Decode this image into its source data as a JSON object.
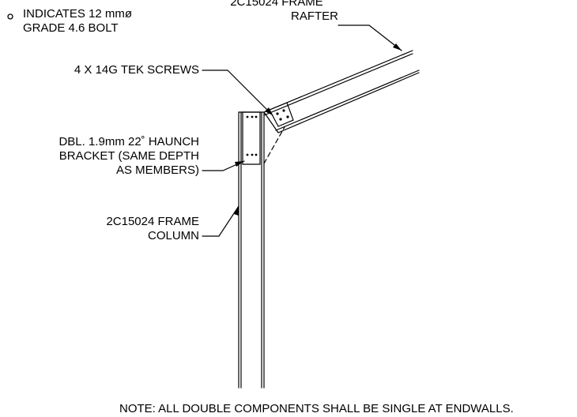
{
  "legend": {
    "line1": "INDICATES 12 mmø",
    "line2": "GRADE 4.6 BOLT"
  },
  "labels": {
    "rafter_line1": "2C15024 FRAME",
    "rafter_line2": "RAFTER",
    "tek_screws": "4 X 14G TEK SCREWS",
    "haunch_line1": "DBL. 1.9mm 22˚ HAUNCH",
    "haunch_line2": "BRACKET (SAME DEPTH",
    "haunch_line3": "AS MEMBERS)",
    "column_line1": "2C15024 FRAME",
    "column_line2": "COLUMN"
  },
  "note": "NOTE:  ALL DOUBLE COMPONENTS SHALL BE SINGLE AT ENDWALLS.",
  "colors": {
    "ink": "#000000",
    "background": "#ffffff"
  }
}
